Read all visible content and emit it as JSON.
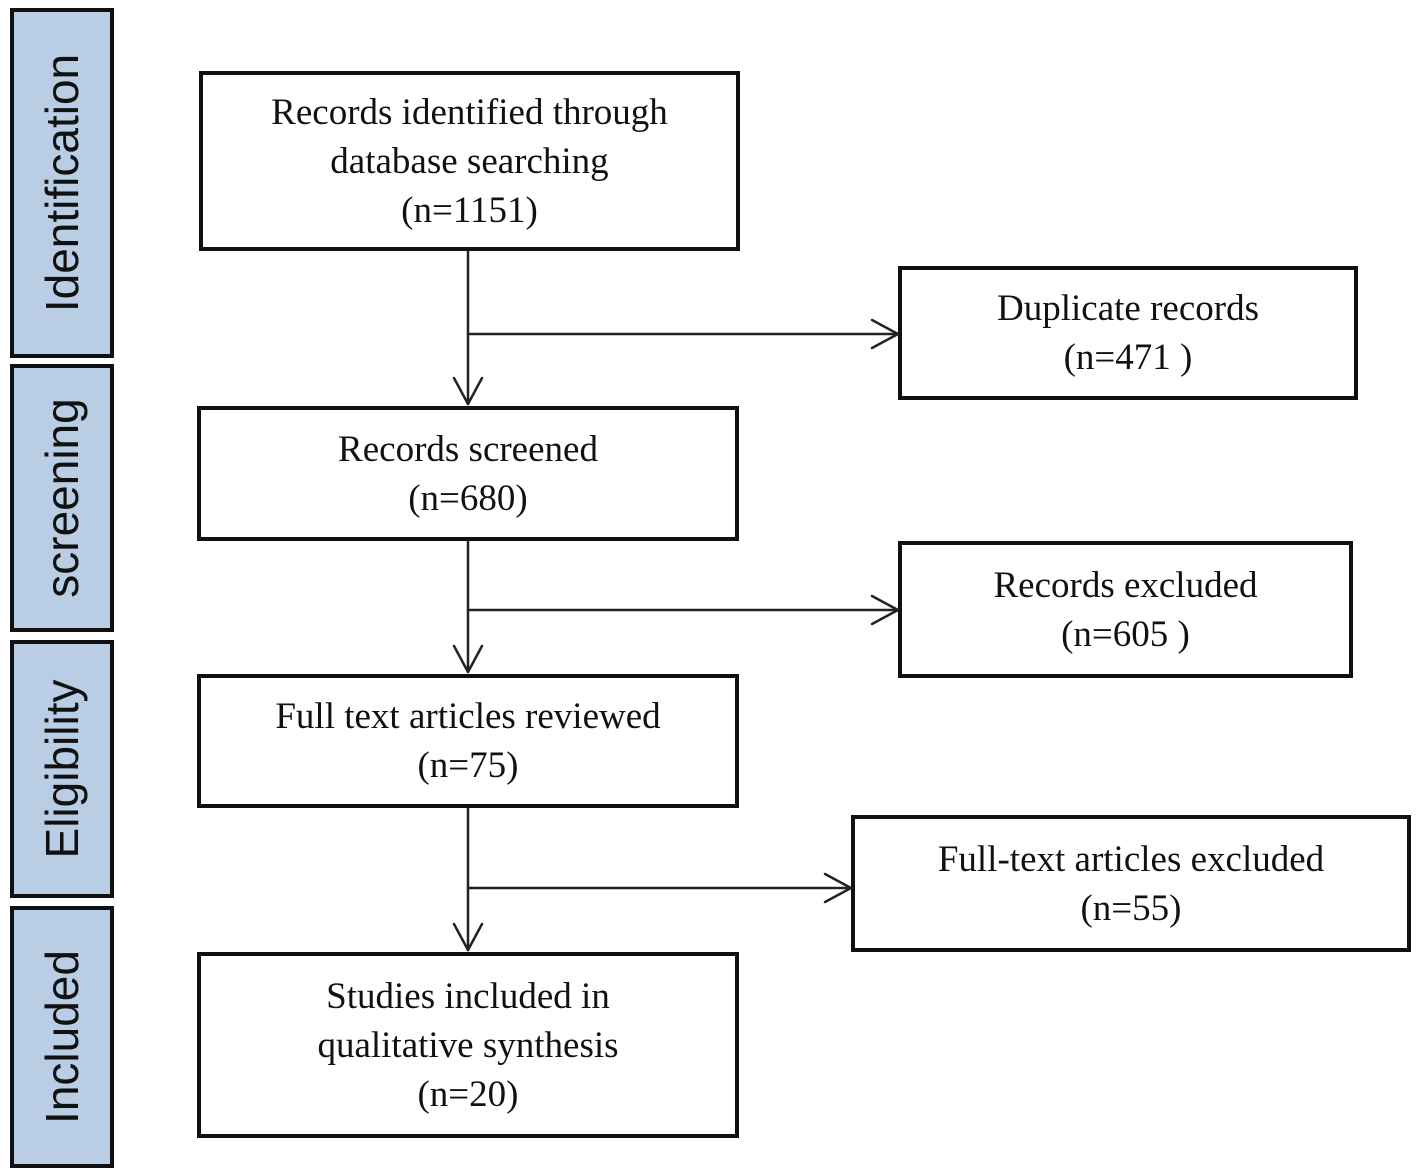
{
  "stages": [
    {
      "id": "identification",
      "label": "Identification"
    },
    {
      "id": "screening",
      "label": "screening"
    },
    {
      "id": "eligibility",
      "label": "Eligibility"
    },
    {
      "id": "included",
      "label": "Included"
    }
  ],
  "boxes": {
    "identified": {
      "lines": [
        "Records identified through",
        "database searching",
        "(n=1151)"
      ]
    },
    "duplicates": {
      "lines": [
        "Duplicate records",
        "(n=471 )"
      ]
    },
    "screened": {
      "lines": [
        "Records screened",
        "(n=680)"
      ]
    },
    "excluded": {
      "lines": [
        "Records excluded",
        "(n=605 )"
      ]
    },
    "fulltext_reviewed": {
      "lines": [
        "Full text articles reviewed",
        "(n=75)"
      ]
    },
    "fulltext_excluded": {
      "lines": [
        "Full-text articles excluded",
        "(n=55)"
      ]
    },
    "included": {
      "lines": [
        "Studies included in",
        "qualitative synthesis",
        "(n=20)"
      ]
    }
  }
}
